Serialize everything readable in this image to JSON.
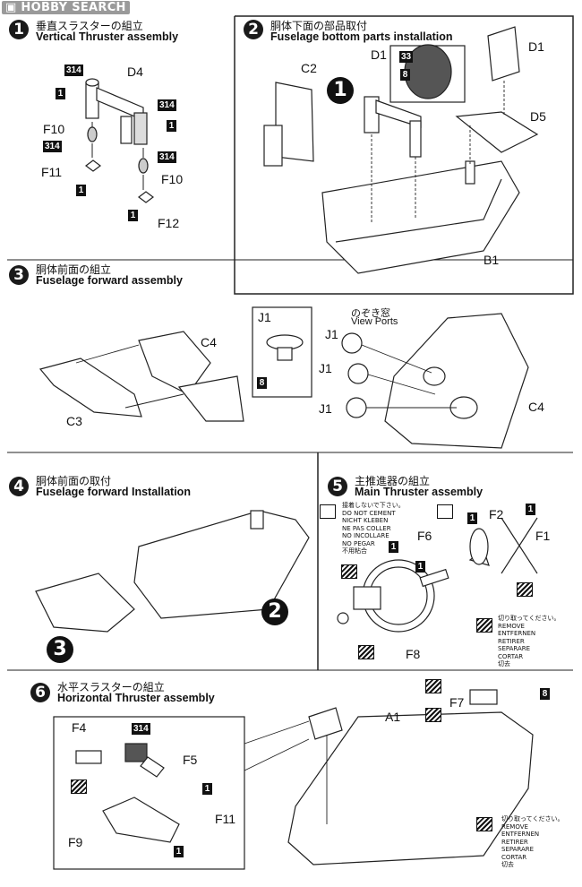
{
  "watermark": "HOBBY SEARCH",
  "steps": [
    {
      "num": "1",
      "jp": "垂直スラスターの組立",
      "en": "Vertical Thruster assembly"
    },
    {
      "num": "2",
      "jp": "胴体下面の部品取付",
      "en": "Fuselage bottom parts installation"
    },
    {
      "num": "3",
      "jp": "胴体前面の組立",
      "en": "Fuselage forward assembly"
    },
    {
      "num": "4",
      "jp": "胴体前面の取付",
      "en": "Fuselage forward Installation"
    },
    {
      "num": "5",
      "jp": "主推進器の組立",
      "en": "Main Thruster assembly"
    },
    {
      "num": "6",
      "jp": "水平スラスターの組立",
      "en": "Horizontal Thruster assembly"
    }
  ],
  "parts": {
    "d4": "D4",
    "f10": "F10",
    "f11": "F11",
    "f12": "F12",
    "c2": "C2",
    "d1": "D1",
    "d5": "D5",
    "b1": "B1",
    "c3": "C3",
    "c4": "C4",
    "j1": "J1",
    "f2": "F2",
    "f1": "F1",
    "f6": "F6",
    "f8": "F8",
    "f4": "F4",
    "f5": "F5",
    "f9": "F9",
    "f7": "F7",
    "a1": "A1"
  },
  "badges": {
    "b314": "314",
    "b1": "1",
    "b8": "8",
    "b33": "33"
  },
  "view_ports": {
    "jp": "のぞき窓",
    "en": "View Ports"
  },
  "refs": {
    "one": "1",
    "two": "2",
    "three": "3"
  },
  "no_cement": [
    "接着しないで下さい。",
    "DO NOT CEMENT",
    "NICHT KLEBEN",
    "NE PAS COLLER",
    "NO INCOLLARE",
    "NO PEGAR",
    "不用粘合"
  ],
  "remove": [
    "切り取ってください。",
    "REMOVE",
    "ENTFERNEN",
    "RETIRER",
    "SEPARARE",
    "CORTAR",
    "切去"
  ]
}
